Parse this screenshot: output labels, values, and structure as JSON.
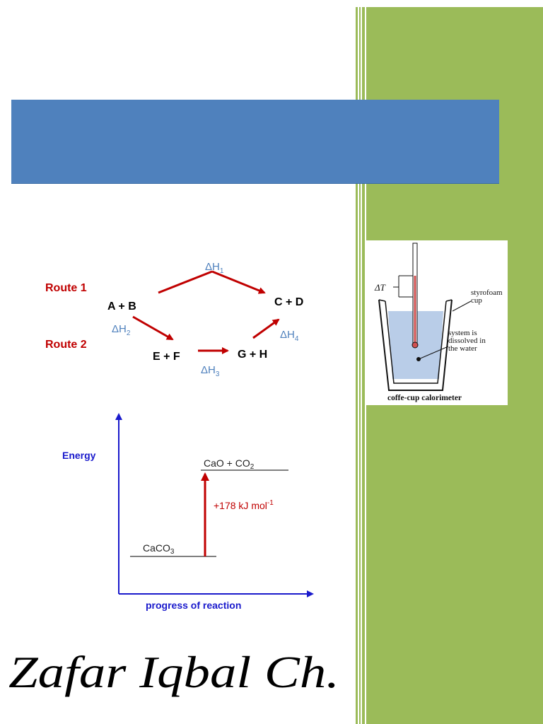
{
  "colors": {
    "sidebar_green": "#9bbb59",
    "banner_blue": "#4f81bd",
    "route_red": "#c00000",
    "delta_blue": "#4f81bd",
    "axis_blue": "#1a1acc"
  },
  "banner": {
    "title": ""
  },
  "hess_diagram": {
    "route1_label": "Route 1",
    "route2_label": "Route 2",
    "species": {
      "ab": "A + B",
      "cd": "C + D",
      "ef": "E + F",
      "gh": "G + H"
    },
    "delta": "ΔH",
    "subscripts": {
      "h1": "1",
      "h2": "2",
      "h3": "3",
      "h4": "4"
    }
  },
  "energy_diagram": {
    "ylabel": "Energy",
    "xlabel": "progress of reaction",
    "reactant": "CaCO",
    "reactant_sub": "3",
    "product_main": "CaO  +  CO",
    "product_sub": "2",
    "enthalpy_main": "+178 kJ mol",
    "enthalpy_sup": "-1"
  },
  "calorimeter": {
    "delta_t": "ΔT",
    "cup_label_line1": "styrofoam",
    "cup_label_line2": "cup",
    "system_line1": "system is",
    "system_line2": "dissolved in",
    "system_line3": "the water",
    "caption": "coffe-cup calorimeter"
  },
  "signature": {
    "text": "Zafar Iqbal Ch."
  }
}
